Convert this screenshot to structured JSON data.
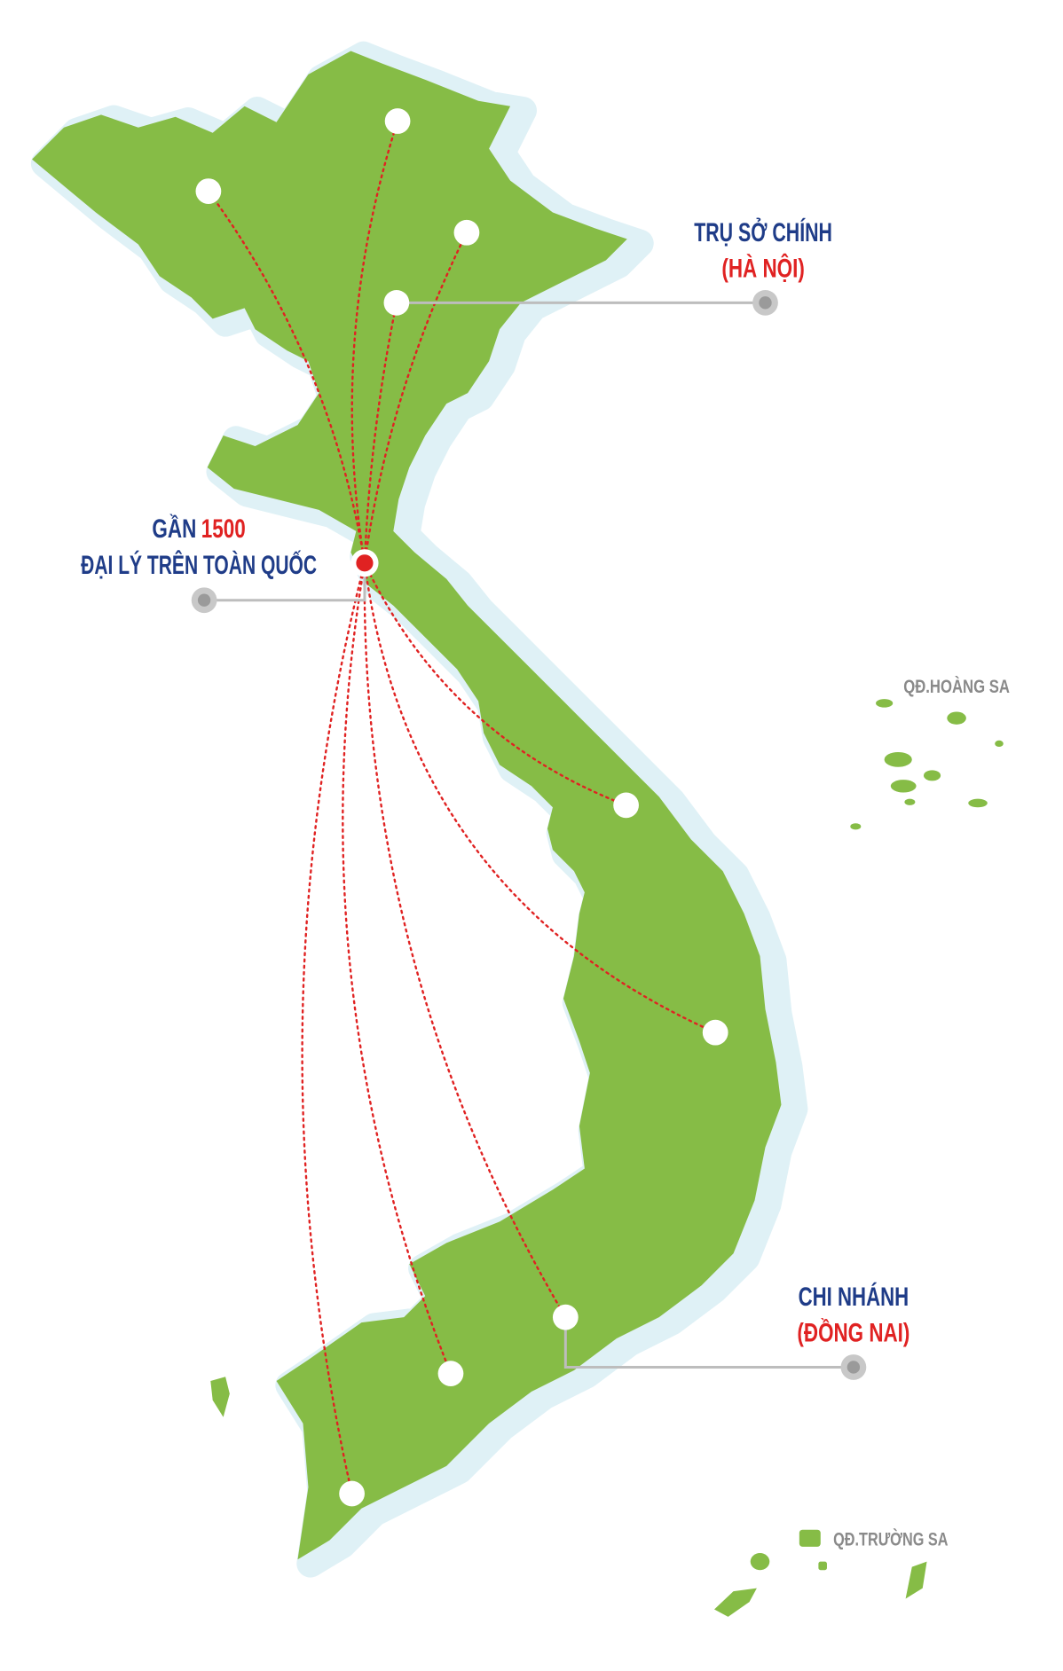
{
  "headquarters": {
    "title": "TRỤ SỞ CHÍNH",
    "location": "(HÀ NỘI)"
  },
  "dealers": {
    "prefix": "GẦN",
    "count": "1500",
    "line2": "ĐẠI LÝ TRÊN TOÀN QUỐC"
  },
  "branch": {
    "title": "CHI NHÁNH",
    "location": "(ĐỒNG NAI)"
  },
  "islands": {
    "hoang_sa": "QĐ.HOÀNG SA",
    "truong_sa": "QĐ.TRƯỜNG SA"
  },
  "colors": {
    "land": "#86bc46",
    "sea": "#dff1f6",
    "navy": "#1f3c88",
    "red": "#e02222",
    "gray": "#bdbdbd"
  }
}
